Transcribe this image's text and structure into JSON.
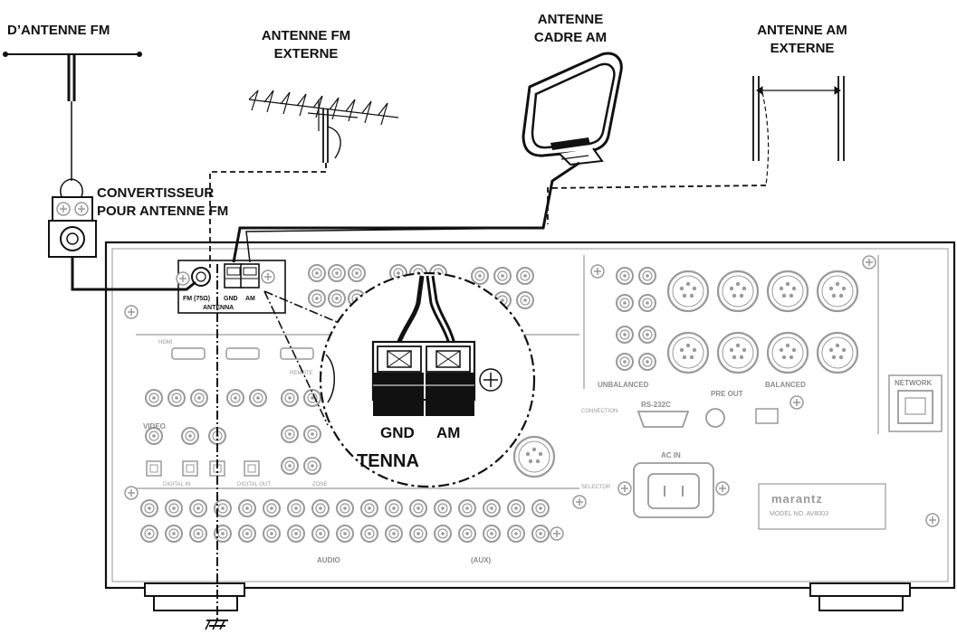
{
  "labels": {
    "fm_antenna": "D’ANTENNE FM",
    "ext_fm_line1": "ANTENNE FM",
    "ext_fm_line2": "EXTERNE",
    "am_loop_line1": "ANTENNE",
    "am_loop_line2": "CADRE AM",
    "ext_am_line1": "ANTENNE AM",
    "ext_am_line2": "EXTERNE",
    "converter_line1": "CONVERTISSEUR",
    "converter_line2": "POUR ANTENNE FM"
  },
  "zoom": {
    "gnd": "GND",
    "am": "AM",
    "antenna": "TENNA"
  },
  "panel": {
    "fm_terminal": "FM (75Ω)",
    "gnd": "GND",
    "am": "AM",
    "antenna": "ANTENNA",
    "hdmi": "HDMI",
    "video": "VIDEO",
    "digital_in": "DIGITAL IN",
    "digital_out": "DIGITAL OUT",
    "audio": "AUDIO",
    "aux": "(AUX)",
    "pre_out": "PRE OUT",
    "unbalanced": "UNBALANCED",
    "balanced": "BALANCED",
    "network": "NETWORK",
    "rs232c": "RS-232C",
    "ac_in": "AC IN",
    "brand": "marantz",
    "model": "MODEL NO. AV8003",
    "remote": "REMOTE",
    "zone": "ZONE",
    "selector": "SELECTOR",
    "connection": "CONNECTION"
  },
  "colors": {
    "line": "#111111",
    "panel_detail": "#9a9a9a",
    "background": "#ffffff"
  }
}
